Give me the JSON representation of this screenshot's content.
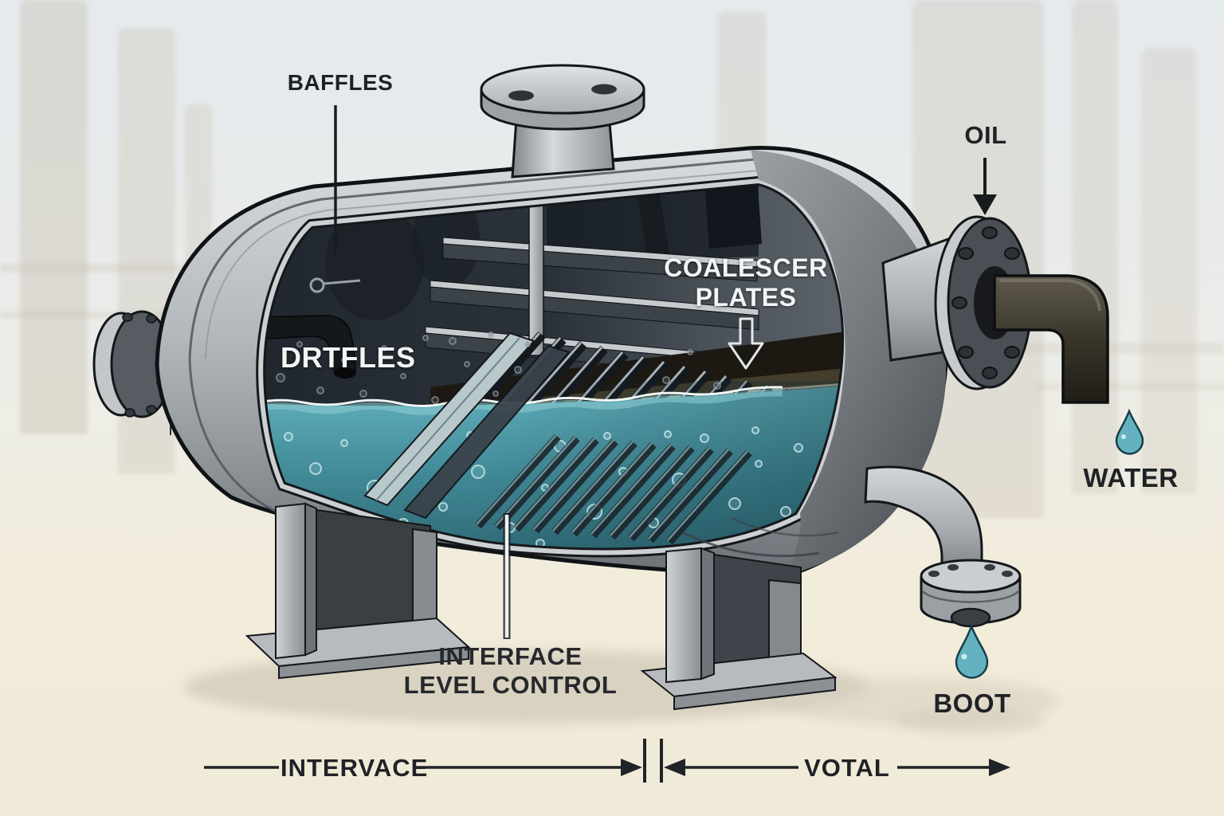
{
  "labels": {
    "baffles": "BAFFLES",
    "driftles": "DRTFLES",
    "coalescer_plates_line1": "COALESCER",
    "coalescer_plates_line2": "PLATES",
    "oil": "OIL",
    "water": "WATER",
    "boot": "BOOT",
    "interface_level_control_line1": "INTERFACE",
    "interface_level_control_line2": "LEVEL CONTROL",
    "dimension_left": "INTERVACE",
    "dimension_right": "VOTAL"
  },
  "colors": {
    "water_teal": "#4FA0AE",
    "oil_layer_dark": "#1D1811",
    "steel_light": "#CDD1D4",
    "steel_dark": "#565B60",
    "label_dark": "#1F2225",
    "label_light": "#F2F4F5",
    "sky": "#E7EBED",
    "ground": "#F1EAD8"
  }
}
